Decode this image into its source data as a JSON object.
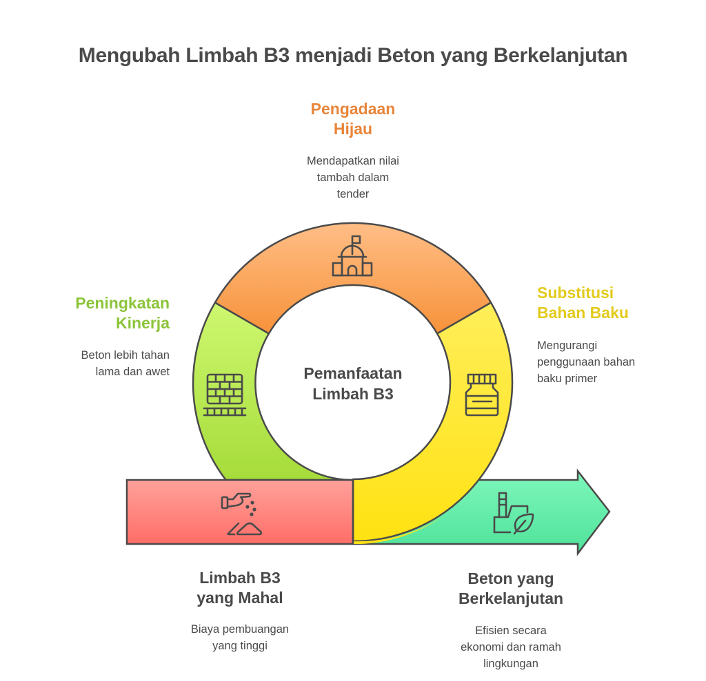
{
  "title": "Mengubah Limbah B3 menjadi Beton yang Berkelanjutan",
  "center": {
    "line1": "Pemanfaatan",
    "line2": "Limbah B3"
  },
  "colors": {
    "orange_text": "#E8853A",
    "green_text": "#8CC43A",
    "yellow_text": "#E3CB1C",
    "outline": "#4a4a4a",
    "text": "#4a4a4a"
  },
  "stages": [
    {
      "id": "pengadaan-hijau",
      "title_line1": "Pengadaan",
      "title_line2": "Hijau",
      "desc_line1": "Mendapatkan nilai",
      "desc_line2": "tambah dalam",
      "desc_line3": "tender",
      "icon": "government-building-icon",
      "color": "#F9A24E"
    },
    {
      "id": "substitusi-bahan-baku",
      "title_line1": "Substitusi",
      "title_line2": "Bahan Baku",
      "desc_line1": "Mengurangi",
      "desc_line2": "penggunaan bahan",
      "desc_line3": "baku primer",
      "icon": "jar-icon",
      "color": "#FFE92E"
    },
    {
      "id": "peningkatan-kinerja",
      "title_line1": "Peningkatan",
      "title_line2": "Kinerja",
      "desc_line1": "Beton lebih tahan",
      "desc_line2": "lama dan awet",
      "icon": "brick-wall-icon",
      "color": "#B8E84E"
    },
    {
      "id": "limbah-b3-mahal",
      "title_line1": "Limbah B3",
      "title_line2": "yang Mahal",
      "desc_line1": "Biaya pembuangan",
      "desc_line2": "yang tinggi",
      "icon": "hand-pouring-powder-icon",
      "color": "#FF8B86"
    },
    {
      "id": "beton-berkelanjutan",
      "title_line1": "Beton yang",
      "title_line2": "Berkelanjutan",
      "desc_line1": "Efisien secara",
      "desc_line2": "ekonomi dan ramah",
      "desc_line3": "lingkungan",
      "icon": "eco-factory-icon",
      "color": "#5EE5A0"
    }
  ]
}
